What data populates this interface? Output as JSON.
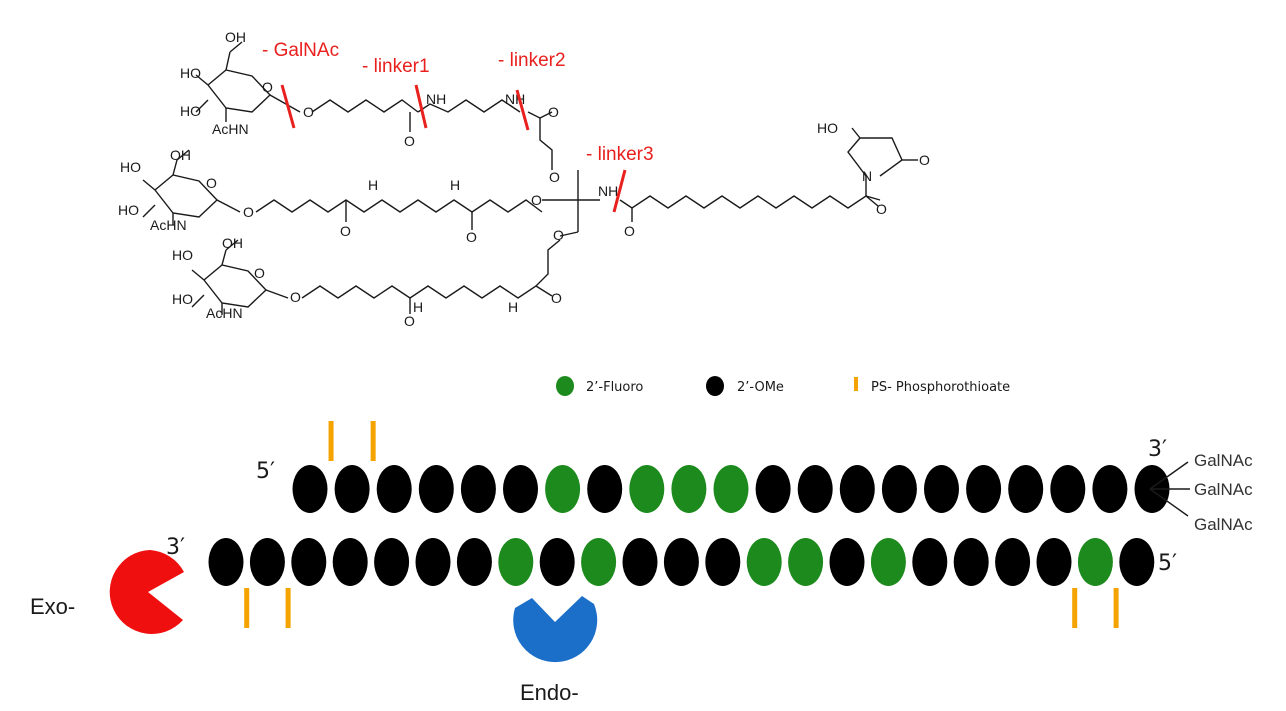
{
  "colors": {
    "fluoro": "#1c8a1c",
    "ome": "#000000",
    "ps": "#f4a300",
    "cut": "#e8201e",
    "exo": "#f00f0f",
    "endo": "#1b6fc9"
  },
  "cut_labels": [
    "- GalNAc",
    "- linker1",
    "- linker2",
    "- linker3"
  ],
  "chem_labels": {
    "ho": "HO",
    "oh": "OH",
    "achn": "AcHN",
    "o": "O",
    "nh": "NH",
    "h": "H",
    "n": "N"
  },
  "legend": {
    "fluoro": "2’-Fluoro",
    "ome": "2’-OMe",
    "ps": "PS- Phosphorothioate"
  },
  "strands": {
    "top": {
      "five_prime": "5′",
      "three_prime": "3′",
      "nucleotides": [
        "ome",
        "ome",
        "ome",
        "ome",
        "ome",
        "ome",
        "fluoro",
        "ome",
        "fluoro",
        "fluoro",
        "fluoro",
        "ome",
        "ome",
        "ome",
        "ome",
        "ome",
        "ome",
        "ome",
        "ome",
        "ome",
        "ome"
      ],
      "ps_after": [
        0,
        1
      ]
    },
    "bottom": {
      "three_prime": "3′",
      "five_prime": "5′",
      "nucleotides": [
        "ome",
        "ome",
        "ome",
        "ome",
        "ome",
        "ome",
        "ome",
        "fluoro",
        "ome",
        "fluoro",
        "ome",
        "ome",
        "ome",
        "fluoro",
        "fluoro",
        "ome",
        "fluoro",
        "ome",
        "ome",
        "ome",
        "ome",
        "fluoro",
        "ome"
      ],
      "ps_after": [
        0,
        1,
        20,
        21
      ]
    }
  },
  "galnac_labels": [
    "GalNAc",
    "GalNAc",
    "GalNAc"
  ],
  "enzymes": {
    "exo": "Exo-",
    "endo": "Endo-"
  }
}
